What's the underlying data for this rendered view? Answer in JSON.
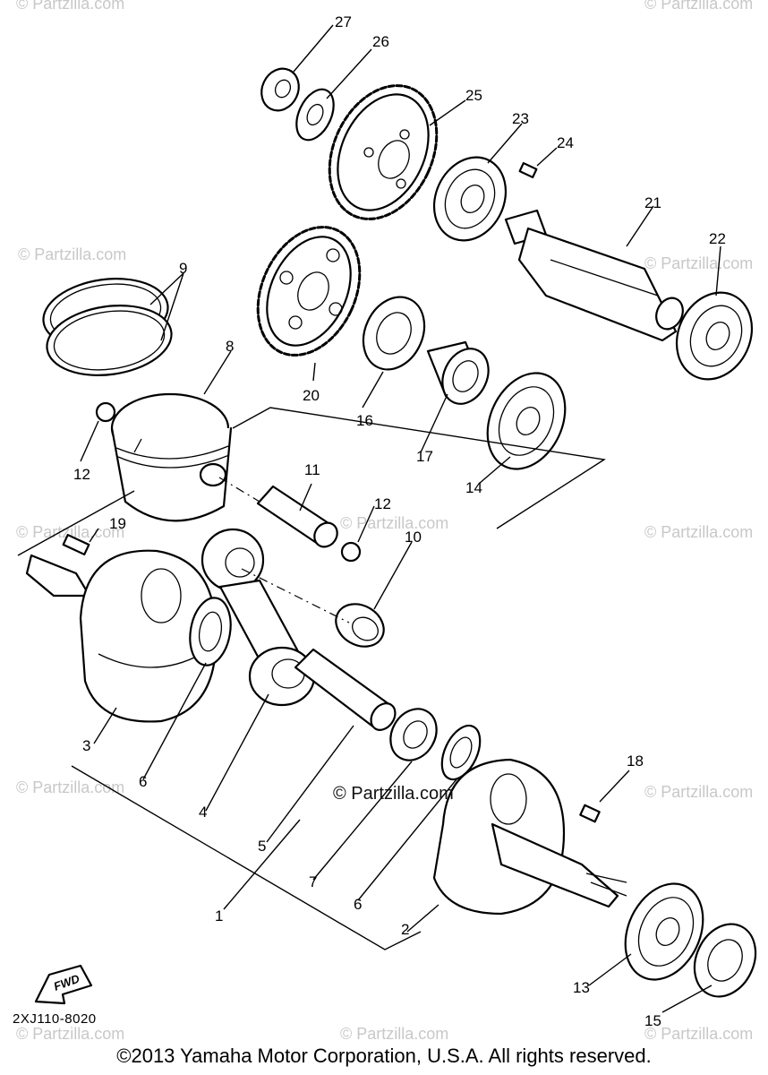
{
  "watermark": "© Partzilla.com",
  "fwd_label": "FWD",
  "diagram_code": "2XJ110-8020",
  "copyright": "©2013 Yamaha Motor Corporation, U.S.A. All rights reserved.",
  "callouts": [
    "27",
    "26",
    "25",
    "23",
    "24",
    "21",
    "22",
    "9",
    "20",
    "16",
    "17",
    "14",
    "8",
    "12",
    "11",
    "12",
    "19",
    "10",
    "3",
    "6",
    "4",
    "5",
    "7",
    "6",
    "1",
    "2",
    "18",
    "13",
    "15"
  ]
}
